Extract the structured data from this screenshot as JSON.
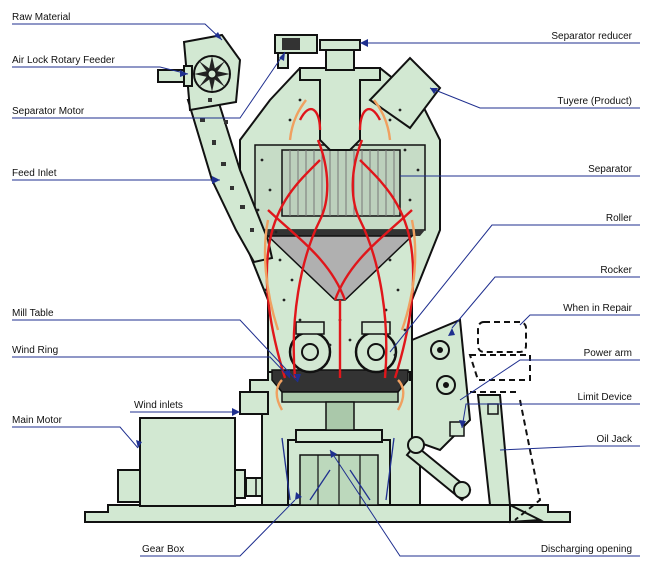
{
  "labels": {
    "raw_material": "Raw Material",
    "air_lock_rotary_feeder": "Air Lock Rotary Feeder",
    "separator_motor": "Separator Motor",
    "feed_inlet": "Feed Inlet",
    "mill_table": "Mill Table",
    "wind_ring": "Wind Ring",
    "main_motor": "Main Motor",
    "wind_inlets": "Wind inlets",
    "gear_box": "Gear Box",
    "separator_reducer": "Separator reducer",
    "tuyere_product": "Tuyere (Product)",
    "separator": "Separator",
    "roller": "Roller",
    "rocker": "Rocker",
    "when_in_repair": "When in Repair",
    "power_arm": "Power arm",
    "limit_device": "Limit Device",
    "oil_jack": "Oil Jack",
    "discharging_opening": "Discharging opening"
  },
  "colors": {
    "machine_fill": "#d2e8d2",
    "outline": "#111111",
    "leader_line": "#1f2f8f",
    "airflow_main": "#e0161b",
    "airflow_secondary": "#f0a060"
  }
}
